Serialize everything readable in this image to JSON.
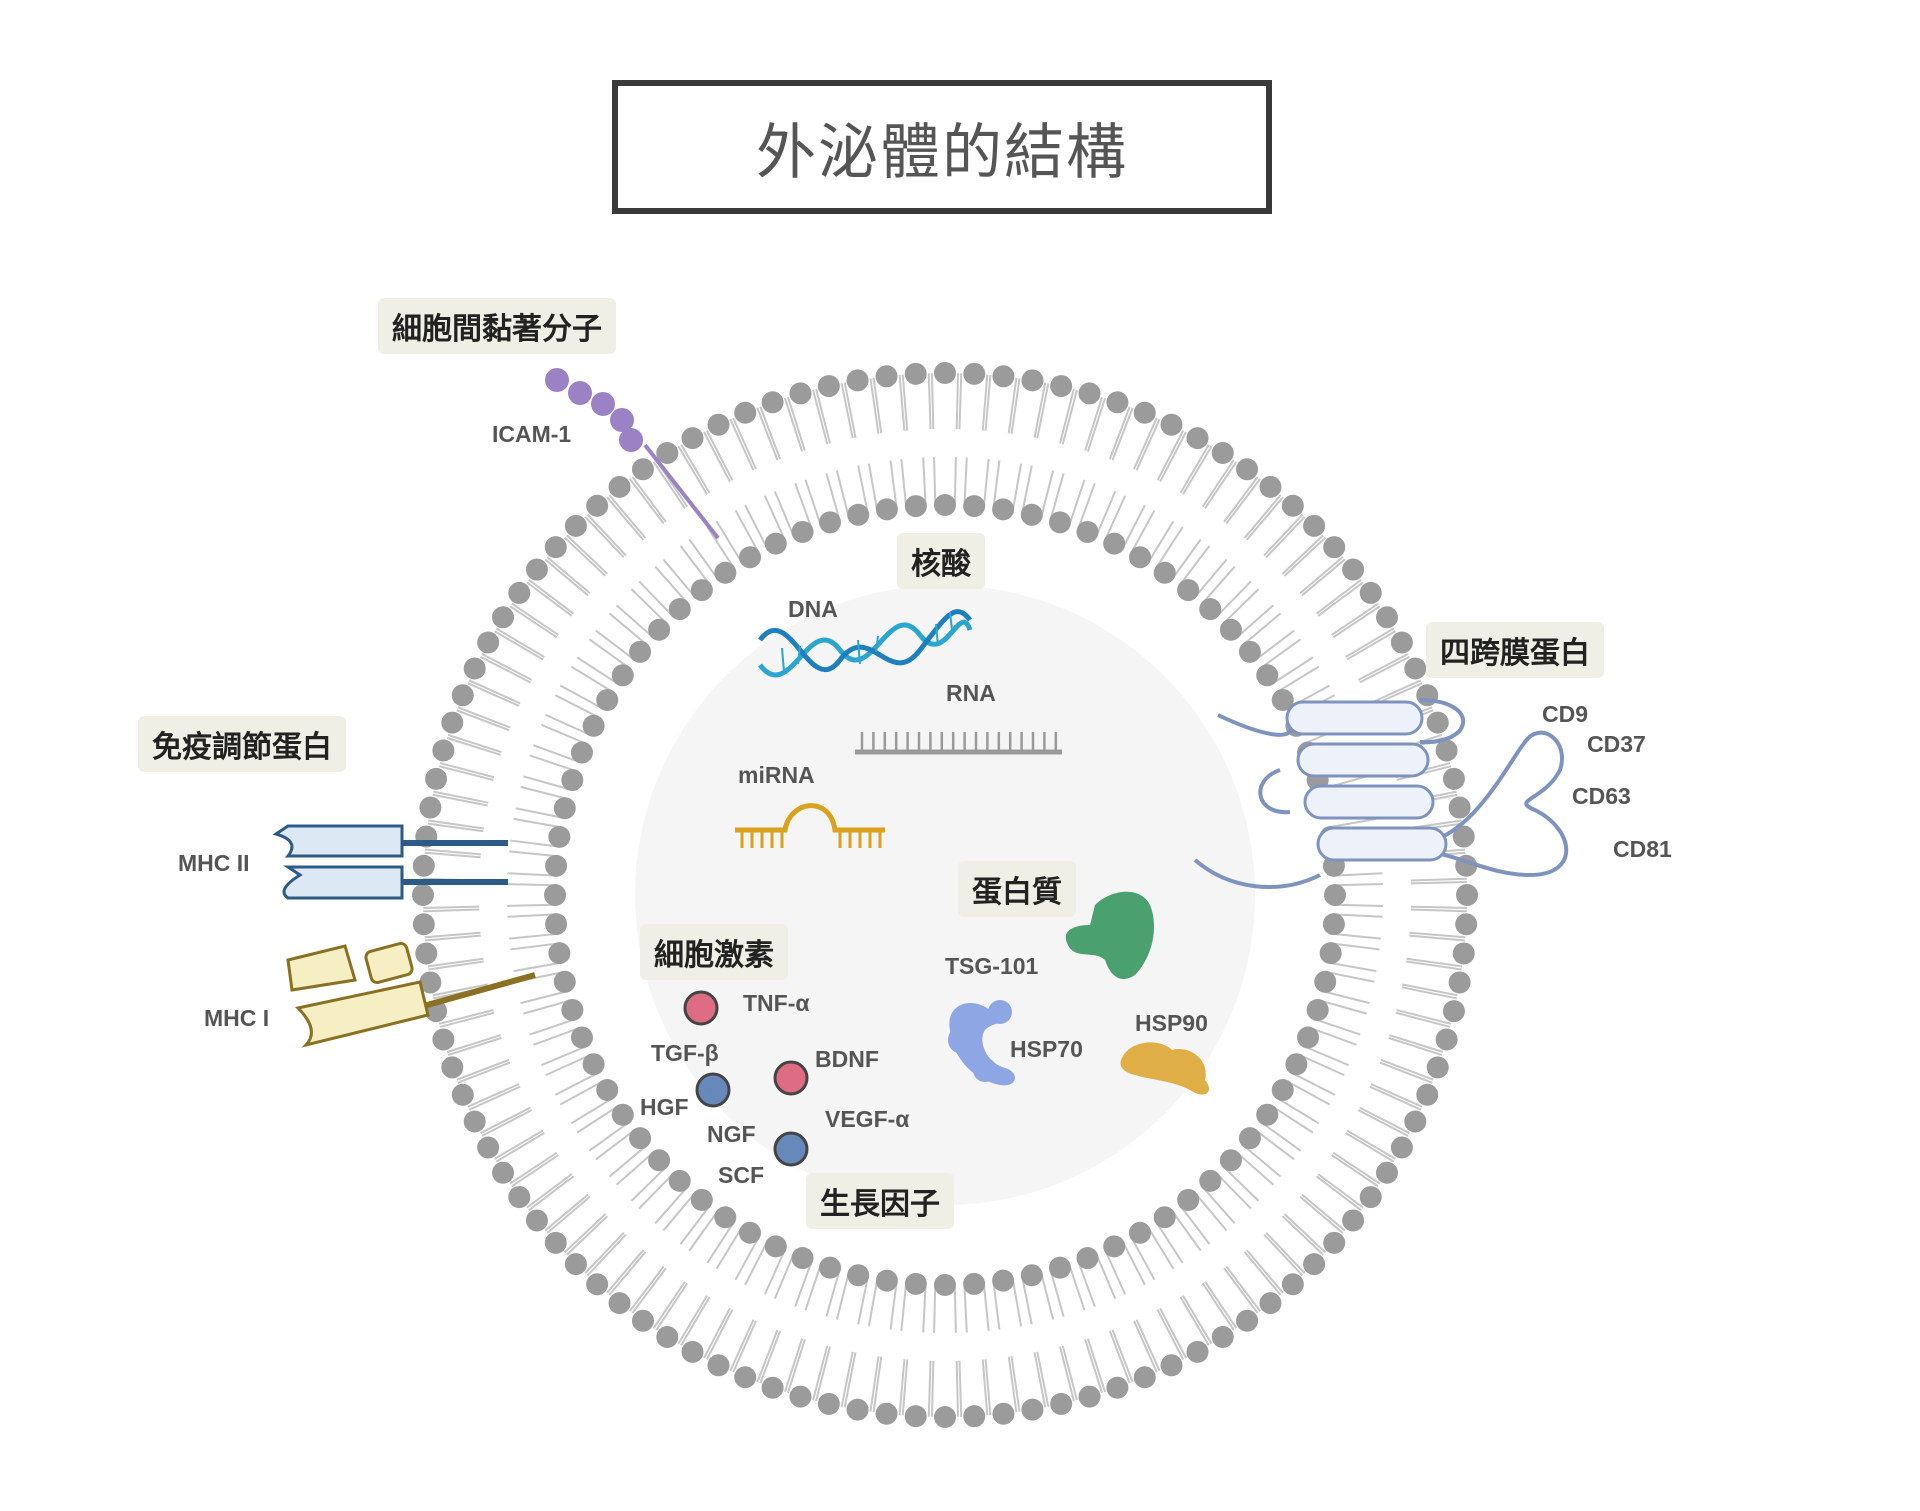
{
  "title": "外泌體的結構",
  "categories": {
    "adhesion": "細胞間黏著分子",
    "immune": "免疫調節蛋白",
    "nucleic": "核酸",
    "tetraspanin": "四跨膜蛋白",
    "protein": "蛋白質",
    "cytokine": "細胞激素",
    "growth": "生長因子"
  },
  "labels": {
    "icam": "ICAM-1",
    "mhc2": "MHC II",
    "mhc1": "MHC I",
    "dna": "DNA",
    "rna": "RNA",
    "mirna": "miRNA",
    "cd9": "CD9",
    "cd37": "CD37",
    "cd63": "CD63",
    "cd81": "CD81",
    "tsg101": "TSG-101",
    "hsp70": "HSP70",
    "hsp90": "HSP90",
    "tnf": "TNF-α",
    "tgf": "TGF-β",
    "bdnf": "BDNF",
    "hgf": "HGF",
    "ngf": "NGF",
    "vegf": "VEGF-α",
    "scf": "SCF"
  },
  "colors": {
    "lipid_head": "#9b9b9b",
    "lipid_tail": "#c6c6c6",
    "interior": "#f4f5f4",
    "icam": "#9b82c4",
    "mhc2": "#2e5b85",
    "mhc2_fill": "#dce8f4",
    "mhc1": "#8a7023",
    "mhc1_fill": "#f6efc4",
    "dna_a": "#2aa6cf",
    "dna_b": "#1e7fbf",
    "rna": "#9a9a9a",
    "mirna": "#d9a11d",
    "tetraspanin": "#7f93bf",
    "tetraspanin_fill": "#edf2fa",
    "tsg101": "#4aa06f",
    "hsp70": "#8fa6e4",
    "hsp90": "#e0ae46",
    "cytokine": "#d9536d",
    "growth": "#4d74b0"
  }
}
